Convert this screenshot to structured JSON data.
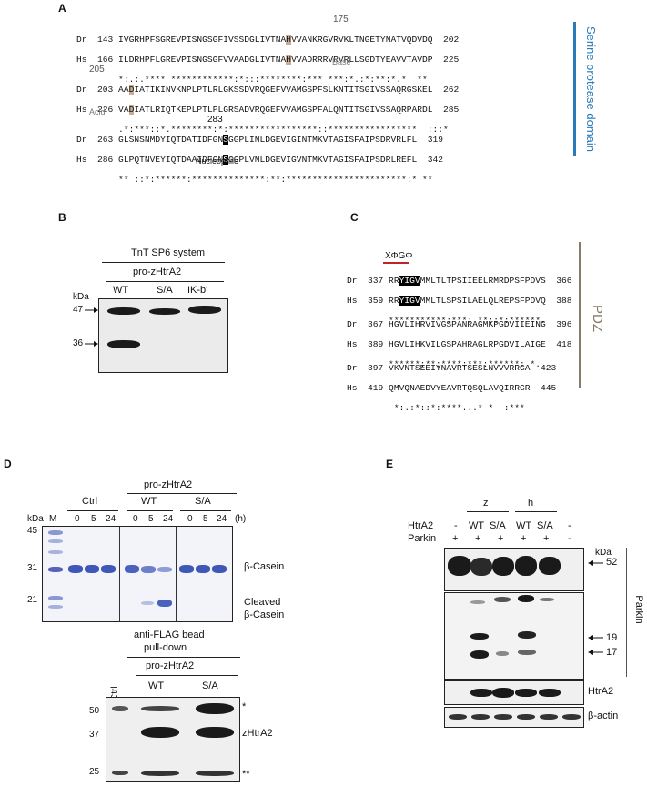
{
  "panelA": {
    "label": "A",
    "pos175": "175",
    "pos205": "205",
    "pos283": "283",
    "base": "Base",
    "acid": "Acid",
    "nucleophile": "Nucleophile",
    "domain": "Serine protease domain",
    "rows": [
      {
        "dr_pre": "Dr  143 IVGRHPFSGREVPISNGSGFIVSSDGLIVTNA",
        "dr_hl": "H",
        "dr_post": "VVANKRGVRVKLTNGETYNATVQDVDQ  202",
        "hs_pre": "Hs  166 ILDRHPFLGREVPISNGSGFVVAADGLIVTNA",
        "hs_hl": "H",
        "hs_post": "VVADRRRVRVRLLSGDTYEAVVTAVDP  225",
        "cons": "        *:.:.**** ************:*:::********:*** ***:*.:*:**:*.*  **"
      },
      {
        "dr_pre": "Dr  203 AA",
        "dr_hl": "D",
        "dr_post": "IATIKINVKNPLPTLRLGKSSDVRQGEFVVAMGSPFSLKNTITSGIVSSAQRGSKEL  262",
        "hs_pre": "Hs  226 VA",
        "hs_hl": "D",
        "hs_post": "IATLRIQTKEPLPTLPLGRSADVRQGEFVVAMGSPFALQNTITSGIVSSAQRPARDL  285",
        "cons": "        .*:***::*.********:*:*****************::*****************  :::*"
      },
      {
        "dr_pre": "Dr  263 GLSNSNMDYIQTDATIDFGN",
        "dr_hl": "S",
        "dr_post": "GGPLINLDGEVIGINTMKVTAGISFAIPSDRVRLFL  319",
        "hs_pre": "Hs  286 GLPQTNVEYIQTDAAIDFGN",
        "hs_hl": "S",
        "hs_post": "GGPLVNLDGEVIGVNTMKVTAGISFAIPSDRLREFL  342",
        "cons": "        ** ::*:******:**************:**:***********************:* **"
      }
    ]
  },
  "panelB": {
    "label": "B",
    "system": "TnT SP6 system",
    "construct": "pro-zHtrA2",
    "lanes": [
      "WT",
      "S/A",
      "IK-b'"
    ],
    "kda": "kDa",
    "markers": [
      "47",
      "36"
    ]
  },
  "panelC": {
    "label": "C",
    "motif": "XΦGΦ",
    "domain": "PDZ",
    "rows": [
      {
        "dr_pre": "Dr  337 RR",
        "dr_hl": "YIGV",
        "dr_post": "MMLTLTPSIIEELRMRDPSFPDVS  366",
        "hs_pre": "Hs  359 RR",
        "hs_hl": "YIGV",
        "hs_post": "MMLTLSPSILAELQLREPSFPDVQ  388",
        "cons": "        ***********:***: **::*:******."
      },
      {
        "dr_pre": "Dr  367 HGVLIHRVIVGSPANRAGMKPGDVIIEING  396",
        "dr_hl": "",
        "dr_post": "",
        "hs_pre": "Hs  389 HGVLIHKVILGSPAHRAGLRPGDVILAIGE  418",
        "hs_hl": "",
        "hs_post": "",
        "cons": "        ******:**:****:***:******: *."
      },
      {
        "dr_pre": "Dr  397 VKVNTSEEIYNAVRTSESLNVVVRRGA  423",
        "dr_hl": "",
        "dr_post": "",
        "hs_pre": "Hs  419 QMVQNAEDVYEAVRTQSQLAVQIRRGR  445",
        "hs_hl": "",
        "hs_post": "",
        "cons": "         *:.:*::*:****...* *  :***"
      }
    ]
  },
  "panelD": {
    "label": "D",
    "gel": {
      "kda": "kDa",
      "m": "M",
      "ctrl": "Ctrl",
      "construct": "pro-zHtrA2",
      "wt": "WT",
      "sa": "S/A",
      "times": [
        "0",
        "5",
        "24"
      ],
      "h": "(h)",
      "markers": [
        "45",
        "31",
        "21"
      ],
      "casein": "β-Casein",
      "cleaved1": "Cleaved",
      "cleaved2": "β-Casein"
    },
    "blot": {
      "title1": "anti-FLAG bead",
      "title2": "pull-down",
      "construct": "pro-zHtrA2",
      "ctrl": "Ctrl",
      "wt": "WT",
      "sa": "S/A",
      "markers": [
        "50",
        "37",
        "25"
      ],
      "star1": "*",
      "zhtra2": "zHtrA2",
      "star2": "**"
    }
  },
  "panelE": {
    "label": "E",
    "z": "z",
    "h": "h",
    "htra2": "HtrA2",
    "parkin": "Parkin",
    "htra2_row": [
      "-",
      "WT",
      "S/A",
      "WT",
      "S/A",
      "-"
    ],
    "parkin_row": [
      "+",
      "+",
      "+",
      "+",
      "+",
      "-"
    ],
    "kda": "kDa",
    "m52": "52",
    "m19": "19",
    "m17": "17",
    "side_parkin": "Parkin",
    "side_htra2": "HtrA2",
    "side_actin": "β-actin"
  }
}
